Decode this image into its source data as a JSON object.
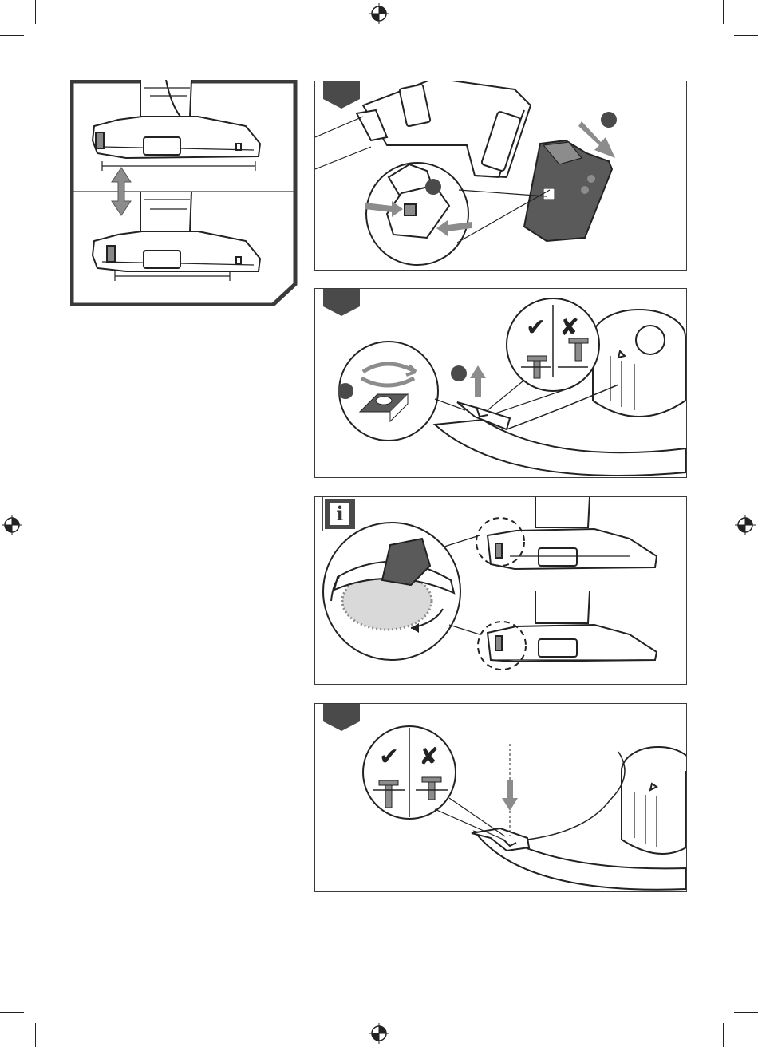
{
  "page": {
    "width": 950,
    "height": 1312
  },
  "colors": {
    "ink": "#1a1a1a",
    "step_tab": "#4a4a4a",
    "highlight_gray": "#d9d9d9",
    "device_gray": "#5a5a5a",
    "arrow_gray": "#8c8c8c"
  },
  "figures": {
    "height_adjust": {
      "icon": "double-arrow-icon"
    },
    "step_remove_battery": {
      "icon": "battery-release-icon"
    },
    "step_remove_screw": {
      "icon": "screw-turn-icon"
    },
    "tip_guard_positions": {
      "badge_text": "i",
      "icon": "info-icon"
    },
    "step_fit_screw": {
      "icon": "screw-insert-icon"
    }
  },
  "marks": {
    "correct": "✔",
    "incorrect": "✘"
  }
}
